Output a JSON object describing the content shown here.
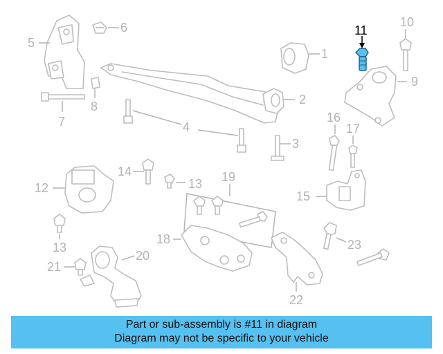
{
  "diagram": {
    "highlight_color": "#56c0f0",
    "highlighted_label": "11",
    "labels": {
      "l1": "1",
      "l2": "2",
      "l3": "3",
      "l4": "4",
      "l5": "5",
      "l6": "6",
      "l7": "7",
      "l8": "8",
      "l9": "9",
      "l10": "10",
      "l11": "11",
      "l12": "12",
      "l13a": "13",
      "l13b": "13",
      "l14": "14",
      "l15": "15",
      "l16": "16",
      "l17": "17",
      "l18": "18",
      "l19": "19",
      "l20": "20",
      "l21": "21",
      "l22": "22",
      "l23": "23"
    }
  },
  "banner": {
    "line1": "Part or sub-assembly is #11 in diagram",
    "line2": "Diagram may not be specific to your vehicle",
    "color": "#56c0f0"
  }
}
